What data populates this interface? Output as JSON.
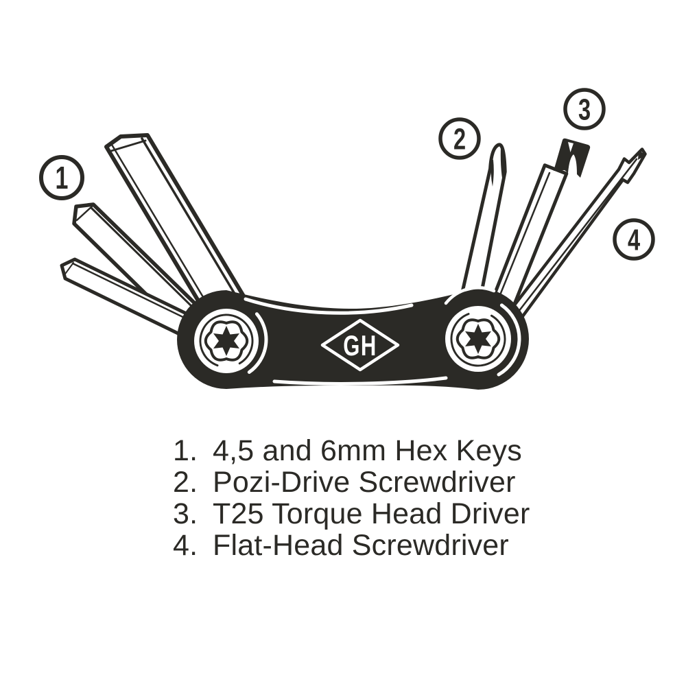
{
  "illustration": {
    "logo_text": "GH",
    "callouts": [
      {
        "number": "1"
      },
      {
        "number": "2"
      },
      {
        "number": "3"
      },
      {
        "number": "4"
      }
    ],
    "icons": {
      "body": "multitool-body",
      "left_pivot": "torx-bolt",
      "right_pivot": "torx-bolt",
      "tool_1": "hex-keys",
      "tool_2": "pozi-drive-bit",
      "tool_3": "t25-torx-bit",
      "tool_4": "flat-head-bit"
    }
  },
  "legend": {
    "items": [
      {
        "num": "1.",
        "label": "4,5 and 6mm Hex Keys"
      },
      {
        "num": "2.",
        "label": "Pozi-Drive Screwdriver"
      },
      {
        "num": "3.",
        "label": "T25 Torque Head Driver"
      },
      {
        "num": "4.",
        "label": "Flat-Head Screwdriver"
      }
    ]
  },
  "colors": {
    "ink": "#2b2a26",
    "paper": "#ffffff"
  }
}
